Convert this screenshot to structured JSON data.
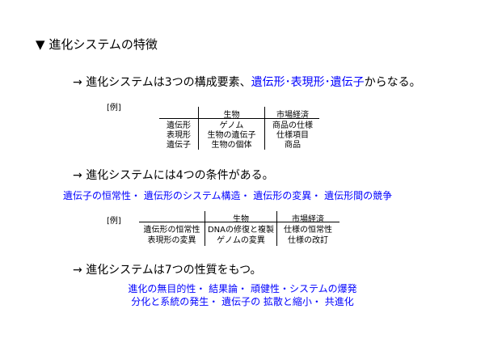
{
  "title": "進化システムの特徴",
  "title_marker": "▼",
  "arrow": "→",
  "s1": {
    "prefix": "進化システムは3つの構成要素、",
    "highlight": "遺伝形･表現形･遺伝子",
    "suffix": "からなる。"
  },
  "t1": {
    "label": "[例]",
    "headers": [
      "生物",
      "市場経済"
    ],
    "rows": [
      [
        "遺伝形",
        "ゲノム",
        "商品の仕様"
      ],
      [
        "表現形",
        "生物の遺伝子",
        "仕様項目"
      ],
      [
        "遺伝子",
        "生物の個体",
        "商品"
      ]
    ]
  },
  "s2": {
    "text": "進化システムには4つの条件がある。",
    "conditions": "遺伝子の恒常性・ 遺伝形のシステム構造・ 遺伝形の変異・ 遺伝形間の競争"
  },
  "t2": {
    "label": "[例]",
    "headers": [
      "生物",
      "市場経済"
    ],
    "rows": [
      [
        "遺伝形の恒常性",
        "DNAの修復と複製",
        "仕様の恒常性"
      ],
      [
        "表現形の変異",
        "ゲノムの変異",
        "仕様の改訂"
      ]
    ]
  },
  "s3": {
    "text": "進化システムは7つの性質をもつ。",
    "line1": "進化の無目的性・ 結果論・ 頑健性・システムの爆発",
    "line2": "分化と系統の発生・ 遺伝子の 拡散と縮小・ 共進化"
  }
}
